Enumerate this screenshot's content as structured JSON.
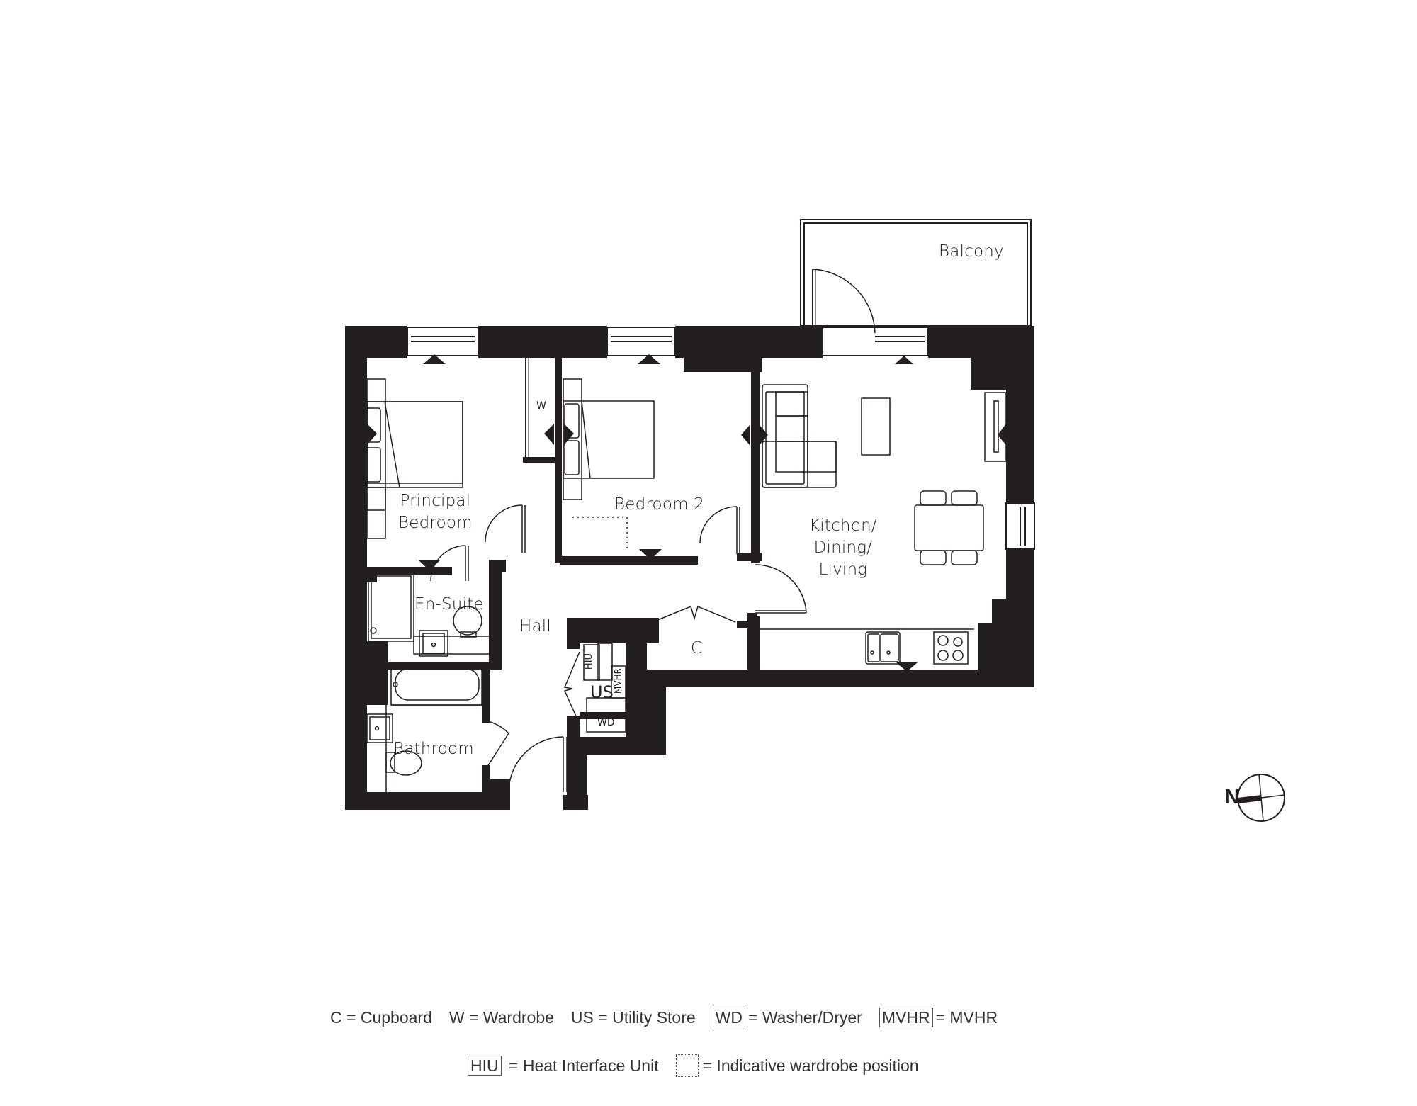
{
  "plan": {
    "rooms": {
      "balcony": "Balcony",
      "principal_bedroom": "Principal\nBedroom",
      "bedroom_2": "Bedroom 2",
      "kitchen_dining_living": "Kitchen/\nDining/\nLiving",
      "en_suite": "En-Suite",
      "hall": "Hall",
      "bathroom": "Bathroom",
      "cupboard": "C",
      "utility_store": "US"
    },
    "fixtures": {
      "wardrobe": "W",
      "hiu": "HIU",
      "mvhr": "MVHR",
      "washer_dryer": "WD"
    },
    "north_label": "N",
    "colors": {
      "wall": "#231f20",
      "line": "#231f20",
      "background": "#ffffff"
    }
  },
  "legend": {
    "row1": [
      {
        "key": "C",
        "boxed": false,
        "desc": "= Cupboard"
      },
      {
        "key": "W",
        "boxed": false,
        "desc": "= Wardrobe"
      },
      {
        "key": "US",
        "boxed": false,
        "desc": "= Utility Store"
      },
      {
        "key": "WD",
        "boxed": true,
        "desc": "= Washer/Dryer"
      },
      {
        "key": "MVHR",
        "boxed": true,
        "desc": "= MVHR"
      }
    ],
    "row2": [
      {
        "key": "HIU",
        "boxed": true,
        "desc": "= Heat Interface Unit"
      },
      {
        "key": "",
        "dotted": true,
        "desc": "= Indicative wardrobe position"
      }
    ]
  }
}
